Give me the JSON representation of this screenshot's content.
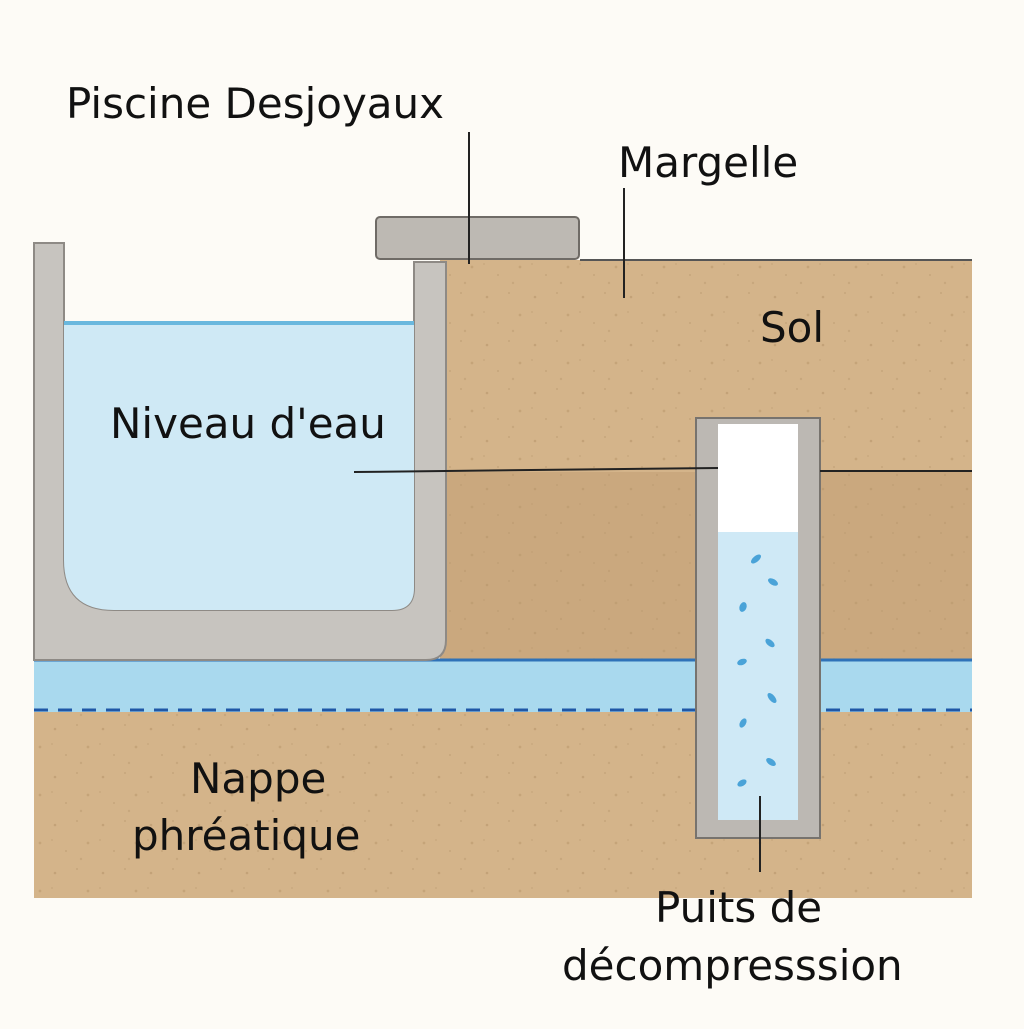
{
  "labels": {
    "pool": "Piscine Desjoyaux",
    "coping": "Margelle",
    "soil": "Sol",
    "water_level": "Niveau d'eau",
    "water_table_line1": "Nappe",
    "water_table_line2": "phréatique",
    "well_line1": "Puits de",
    "well_line2": "décompresssion"
  },
  "colors": {
    "background": "#fdfbf6",
    "soil": "#d4b48a",
    "soil_dark": "#caa87e",
    "soil_speck": "#b8966c",
    "concrete": "#c7c4bf",
    "concrete_edge": "#8e8a85",
    "pool_water": "#cfe9f5",
    "water_line": "#6ab8de",
    "aquifer": "#a9d9ee",
    "aquifer_line": "#2f72b8",
    "dash": "#1f57a6",
    "well_air": "#ffffff",
    "well_water": "#cfe9f6",
    "bubble": "#4aa3d8",
    "leader": "#222222"
  }
}
